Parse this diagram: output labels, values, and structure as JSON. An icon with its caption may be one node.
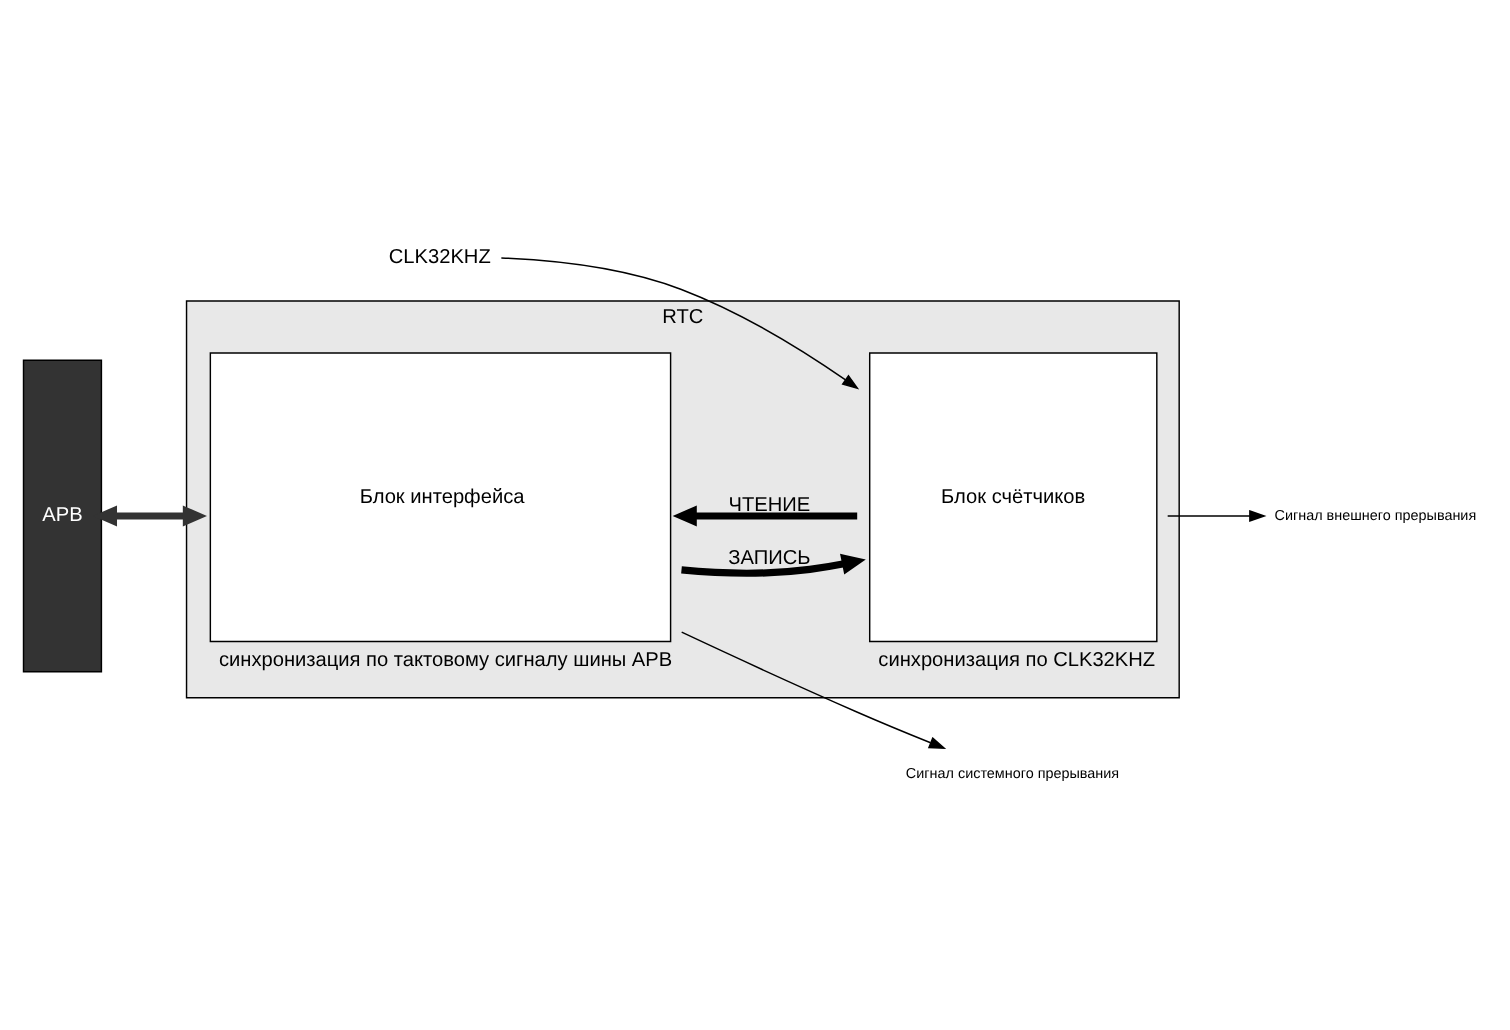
{
  "diagram": {
    "nodes": [
      {
        "text": [
          "RTC"
        ]
      },
      {
        "text": [
          "Блок интерфейса"
        ],
        "in": 0,
        "beside": [
          "синхронизация по тактовому сигналу шины APB"
        ]
      },
      {
        "text": [
          "Блок счётчиков"
        ],
        "in": 0,
        "beside": [
          "синхронизация по CLK32KHZ"
        ]
      },
      {
        "text": [
          "APB"
        ]
      },
      {
        "text": [
          "CLK32KHZ"
        ]
      },
      {
        "text": [
          "Сигнал системного прерывания"
        ]
      },
      {
        "text": [
          "Сигнал внешнего прерывания"
        ]
      }
    ],
    "edges": [
      {
        "from": 3,
        "to": 1,
        "arrow": "both",
        "style": "thick",
        "color": "#333333"
      },
      {
        "from": 1,
        "to": 2,
        "arrow": "to",
        "label": "ЗАПИСЬ",
        "style": "thick"
      },
      {
        "from": 2,
        "to": 1,
        "arrow": "to",
        "label": "ЧТЕНИЕ",
        "style": "thick"
      },
      {
        "from": 4,
        "to": 2,
        "arrow": "to"
      },
      {
        "from": 1,
        "to": 5,
        "arrow": "to"
      },
      {
        "from": 2,
        "to": 6,
        "arrow": "to"
      }
    ]
  }
}
